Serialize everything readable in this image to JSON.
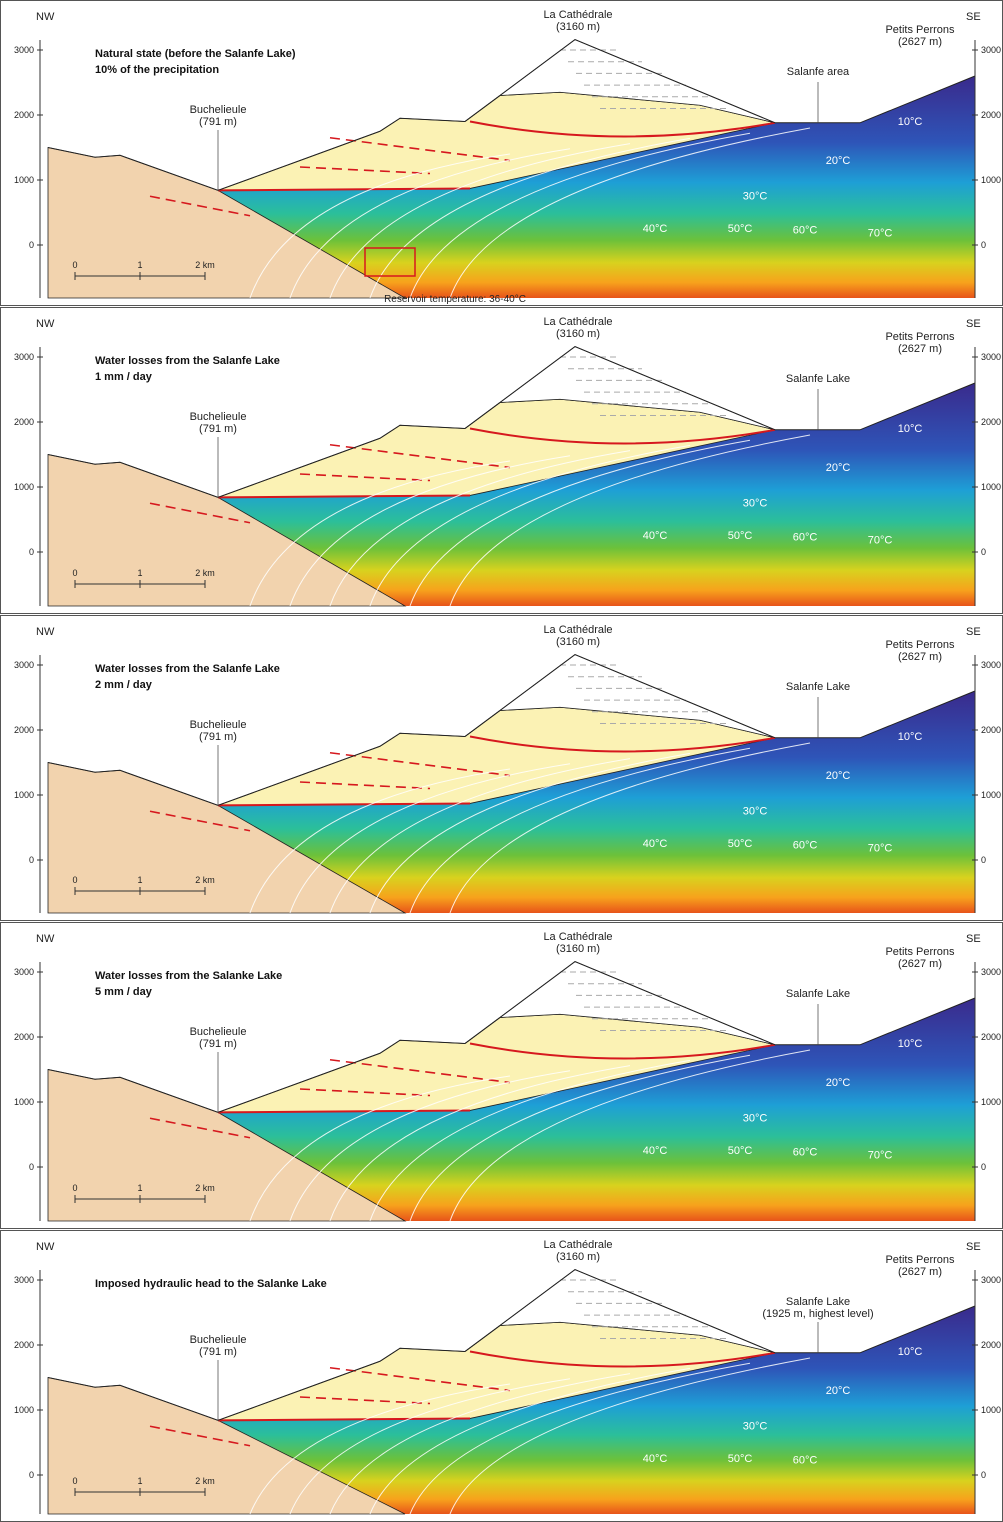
{
  "figure": {
    "panels": [
      {
        "id": "natural-state",
        "title_line1": "Natural state (before the Salanfe Lake)",
        "title_line2": "10% of the precipitation",
        "lake_label_1": "Salanfe area",
        "lake_label_2": "",
        "reservoir_note": "Reservoir temperature: 36-40°C",
        "isotherms": [
          "10°C",
          "20°C",
          "30°C",
          "40°C",
          "50°C",
          "60°C",
          "70°C"
        ]
      },
      {
        "id": "losses-1mm",
        "title_line1": "Water losses from the Salanfe Lake",
        "title_line2": "1 mm / day",
        "lake_label_1": "Salanfe Lake",
        "lake_label_2": "",
        "reservoir_note": "",
        "isotherms": [
          "10°C",
          "20°C",
          "30°C",
          "40°C",
          "50°C",
          "60°C",
          "70°C"
        ]
      },
      {
        "id": "losses-2mm",
        "title_line1": "Water losses from the Salanfe Lake",
        "title_line2": "2 mm / day",
        "lake_label_1": "Salanfe Lake",
        "lake_label_2": "",
        "reservoir_note": "",
        "isotherms": [
          "10°C",
          "20°C",
          "30°C",
          "40°C",
          "50°C",
          "60°C",
          "70°C"
        ]
      },
      {
        "id": "losses-5mm",
        "title_line1": "Water losses from the Salanke Lake",
        "title_line2": "5 mm / day",
        "lake_label_1": "Salanfe Lake",
        "lake_label_2": "",
        "reservoir_note": "",
        "isotherms": [
          "10°C",
          "20°C",
          "30°C",
          "40°C",
          "50°C",
          "60°C",
          "70°C"
        ]
      },
      {
        "id": "imposed-head",
        "title_line1": "Imposed hydraulic head to the Salanke Lake",
        "title_line2": "",
        "lake_label_1": "Salanfe Lake",
        "lake_label_2": "(1925 m, highest level)",
        "reservoir_note": "",
        "isotherms": [
          "10°C",
          "20°C",
          "30°C",
          "40°C",
          "50°C",
          "60°C"
        ]
      }
    ],
    "common": {
      "nw": "NW",
      "se": "SE",
      "peak_name": "La Cathédrale",
      "peak_elev": "(3160 m)",
      "right_peak_name": "Petits Perrons",
      "right_peak_elev": "(2627 m)",
      "valley_name": "Buchelieule",
      "valley_elev": "(791 m)",
      "y_ticks": [
        "3000",
        "2000",
        "1000",
        "0"
      ],
      "scale_ticks": [
        "0",
        "1",
        "2 km"
      ]
    },
    "colors": {
      "sediment": "#f2d3ae",
      "yellow_unit": "#fbf2b4",
      "peak_cap": "#ffffff",
      "fault_red": "#d6181e",
      "outline": "#222222",
      "temp_gradient": [
        "#3a2a8c",
        "#2e55b8",
        "#1e9fd6",
        "#2bbf9a",
        "#6cc13a",
        "#d8d21e",
        "#f7a21c",
        "#e8541a"
      ]
    }
  }
}
